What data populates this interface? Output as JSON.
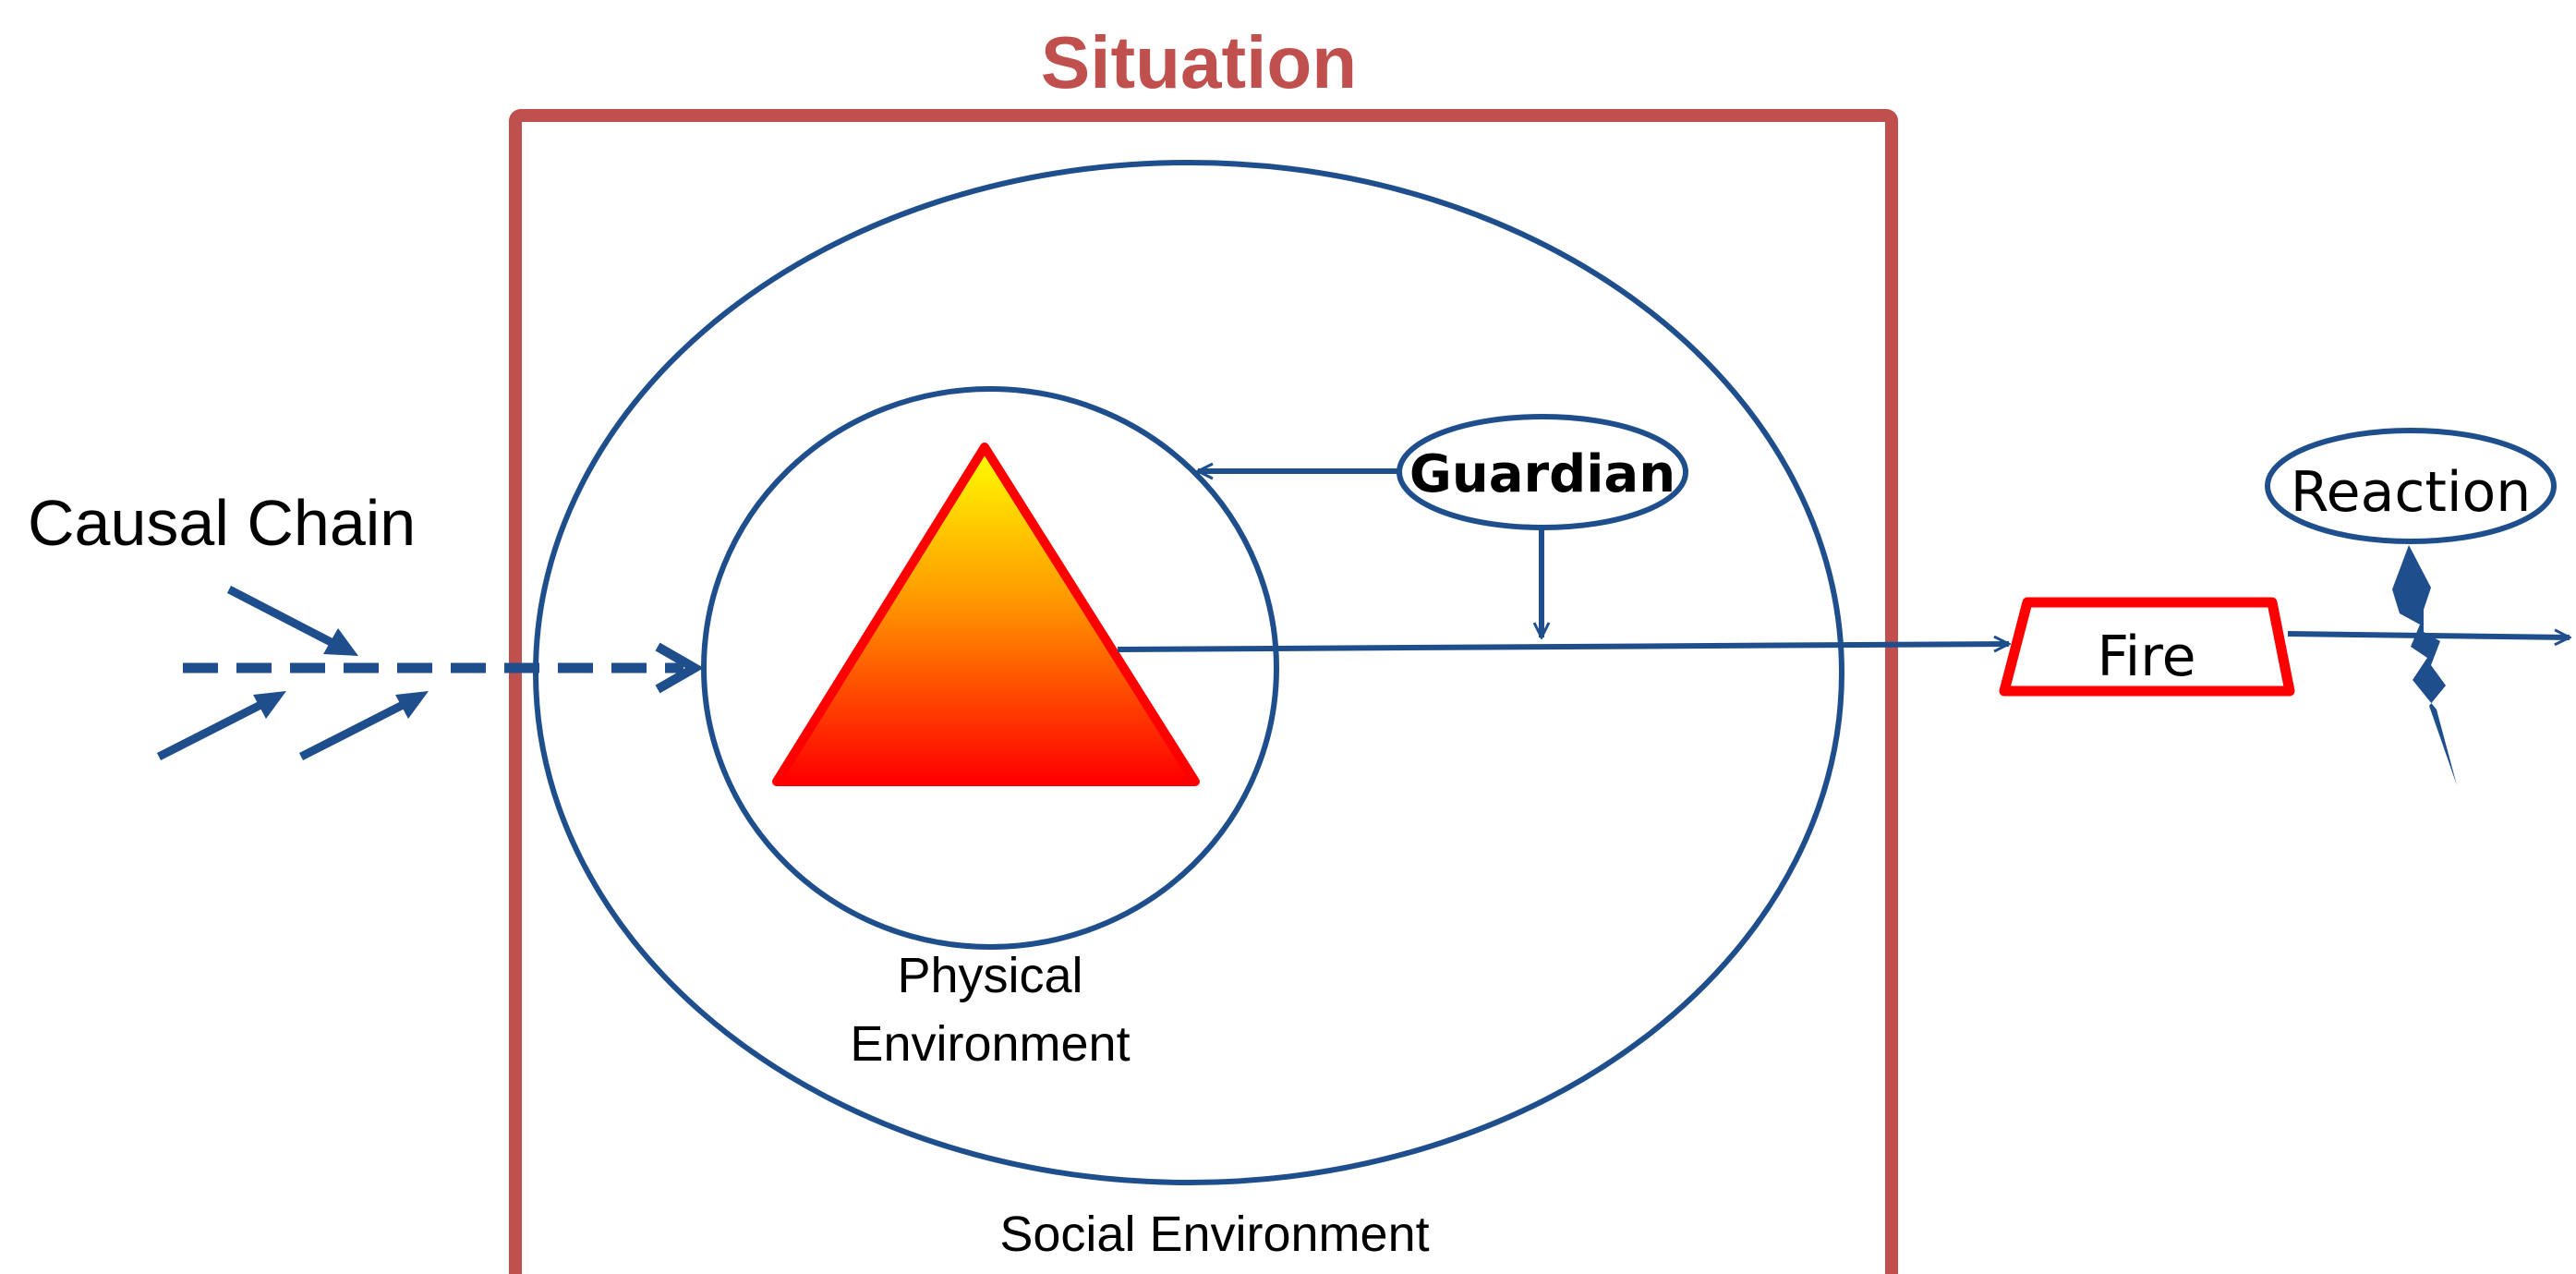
{
  "labels": {
    "situation": "Situation",
    "causal_chain": "Causal Chain",
    "guardian": "Guardian",
    "reaction": "Reaction",
    "fire": "Fire",
    "physical_line1": "Physical",
    "physical_line2": "Environment",
    "social_environment": "Social Environment"
  },
  "colors": {
    "situation_frame": "#c0504d",
    "navy": "#1f4e8c",
    "fire_red": "#ff0000",
    "flame_top": "#ffff00",
    "flame_mid": "#ff8c00",
    "flame_bottom": "#ff0000",
    "text": "#000000"
  },
  "icons": {
    "fire_triangle": "triangle-gradient",
    "reaction_bolt": "lightning-bolt-icon"
  }
}
